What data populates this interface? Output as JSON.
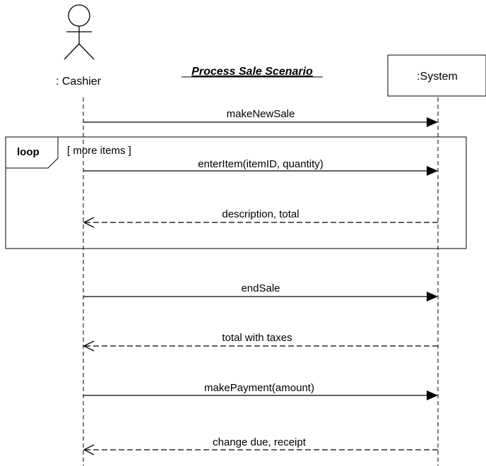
{
  "diagram": {
    "title": "Process Sale Scenario",
    "actor": {
      "label": ": Cashier",
      "icon": "stick-figure-icon"
    },
    "system": {
      "label": ":System"
    },
    "loop": {
      "keyword": "loop",
      "guard": "[ more items ]"
    },
    "messages": [
      {
        "id": "make-new-sale",
        "label": "makeNewSale",
        "kind": "sync",
        "direction": "to-system"
      },
      {
        "id": "enter-item",
        "label": "enterItem(itemID,  quantity)",
        "kind": "sync",
        "direction": "to-system"
      },
      {
        "id": "description-total",
        "label": "description, total",
        "kind": "reply",
        "direction": "to-actor"
      },
      {
        "id": "end-sale",
        "label": "endSale",
        "kind": "sync",
        "direction": "to-system"
      },
      {
        "id": "total-with-taxes",
        "label": "total with taxes",
        "kind": "reply",
        "direction": "to-actor"
      },
      {
        "id": "make-payment",
        "label": "makePayment(amount)",
        "kind": "sync",
        "direction": "to-system"
      },
      {
        "id": "change-due-receipt",
        "label": "change due, receipt",
        "kind": "reply",
        "direction": "to-actor"
      }
    ]
  }
}
